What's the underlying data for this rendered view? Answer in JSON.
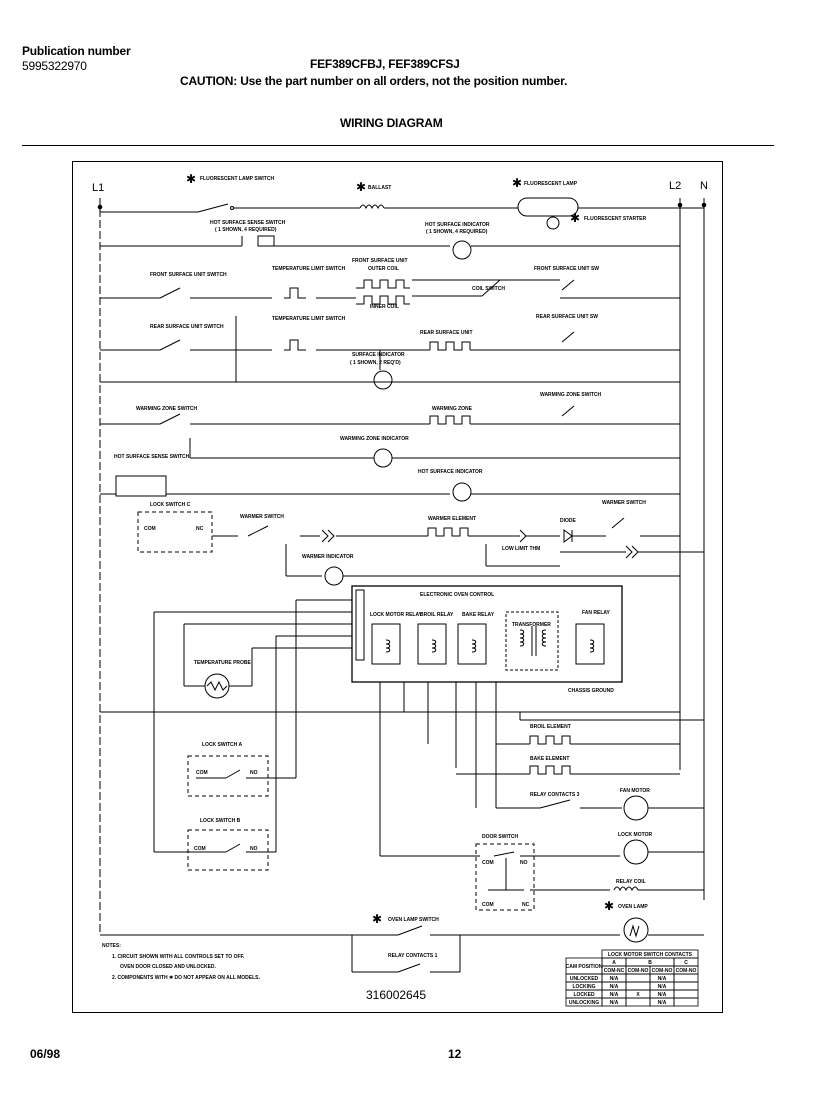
{
  "header": {
    "publication_label": "Publication number",
    "publication_number": "5995322970",
    "models": "FEF389CFBJ, FEF389CFSJ",
    "caution": "CAUTION:  Use the part number on all orders, not the position number.",
    "title": "WIRING DIAGRAM"
  },
  "footer": {
    "date": "06/98",
    "page": "12"
  },
  "diagram": {
    "lines": {
      "l1": "L1",
      "l2": "L2",
      "n": "N"
    },
    "labels": {
      "fluor_lamp_switch": "FLUORESCENT LAMP SWITCH",
      "ballast": "BALLAST",
      "fluor_lamp": "FLUORESCENT LAMP",
      "fluor_starter": "FLUORESCENT STARTER",
      "hs_sense_switch": "HOT SURFACE SENSE SWITCH",
      "hs_sense_note": "( 1 SHOWN, 4 REQUIRED)",
      "hs_indicator": "HOT SURFACE INDICATOR",
      "hs_indicator_note": "( 1 SHOWN, 4 REQUIRED)",
      "front_unit_switch": "FRONT SURFACE UNIT SWITCH",
      "temp_limit_switch_1": "TEMPERATURE LIMIT SWITCH",
      "front_surface_unit": "FRONT SURFACE UNIT",
      "outer_coil": "OUTER COIL",
      "inner_coil": "INNER COIL",
      "coil_switch": "COIL SWITCH",
      "front_unit_sw": "FRONT SURFACE UNIT SW",
      "rear_unit_switch": "REAR SURFACE UNIT SWITCH",
      "temp_limit_switch_2": "TEMPERATURE LIMIT SWITCH",
      "rear_surface_unit": "REAR SURFACE UNIT",
      "rear_unit_sw": "REAR SURFACE UNIT SW",
      "surface_indicator": "SURFACE INDICATOR",
      "surface_indicator_note": "( 1 SHOWN, 2 REQ'D)",
      "warming_zone_switch": "WARMING ZONE SWITCH",
      "warming_zone": "WARMING ZONE",
      "warming_zone_switch_r": "WARMING ZONE SWITCH",
      "warming_zone_indicator": "WARMING ZONE INDICATOR",
      "hs_sense_switch_2": "HOT SURFACE SENSE SWITCH",
      "hs_indicator_2": "HOT SURFACE INDICATOR",
      "lock_switch_c": "LOCK SWITCH C",
      "warmer_switch": "WARMER SWITCH",
      "warmer_element": "WARMER ELEMENT",
      "diode": "DIODE",
      "warmer_switch_r": "WARMER SWITCH",
      "low_limit": "LOW LIMIT THM",
      "warmer_indicator": "WARMER INDICATOR",
      "eoc": "ELECTRONIC OVEN CONTROL",
      "lock_motor_relay": "LOCK MOTOR RELAY",
      "broil_relay": "BROIL RELAY",
      "bake_relay": "BAKE RELAY",
      "transformer": "TRANSFORMER",
      "fan_relay": "FAN RELAY",
      "chassis_ground": "CHASSIS GROUND",
      "temp_probe": "TEMPERATURE PROBE",
      "broil_element": "BROIL ELEMENT",
      "bake_element": "BAKE ELEMENT",
      "lock_switch_a": "LOCK SWITCH A",
      "relay_contacts_3": "RELAY CONTACTS 3",
      "fan_motor": "FAN MOTOR",
      "lock_switch_b": "LOCK SWITCH B",
      "door_switch": "DOOR SWITCH",
      "lock_motor": "LOCK MOTOR",
      "relay_coil": "RELAY COIL",
      "oven_lamp": "OVEN LAMP",
      "oven_lamp_switch": "OVEN LAMP SWITCH",
      "relay_contacts_1": "RELAY CONTACTS 1",
      "com": "COM",
      "no": "NO",
      "nc": "NC",
      "part_number": "316002645"
    },
    "notes": [
      "NOTES:",
      "1.  CIRCUIT SHOWN WITH ALL CONTROLS SET TO OFF.",
      "    OVEN DOOR CLOSED AND UNLOCKED.",
      "2.  COMPONENTS WITH  ✱  DO NOT APPEAR ON ALL MODELS."
    ],
    "contact_table": {
      "title": "LOCK MOTOR SWITCH CONTACTS",
      "cam_header": "CAM POSITION",
      "group_headers": [
        "A",
        "B",
        "C"
      ],
      "columns": [
        "COM-NC",
        "COM-NO",
        "COM-NO",
        "COM-NO"
      ],
      "rows": [
        [
          "UNLOCKED",
          "N/A",
          "",
          "N/A",
          ""
        ],
        [
          "LOCKING",
          "N/A",
          "",
          "N/A",
          ""
        ],
        [
          "LOCKED",
          "N/A",
          "X",
          "N/A",
          ""
        ],
        [
          "UNLOCKING",
          "N/A",
          "",
          "N/A",
          ""
        ]
      ]
    }
  }
}
